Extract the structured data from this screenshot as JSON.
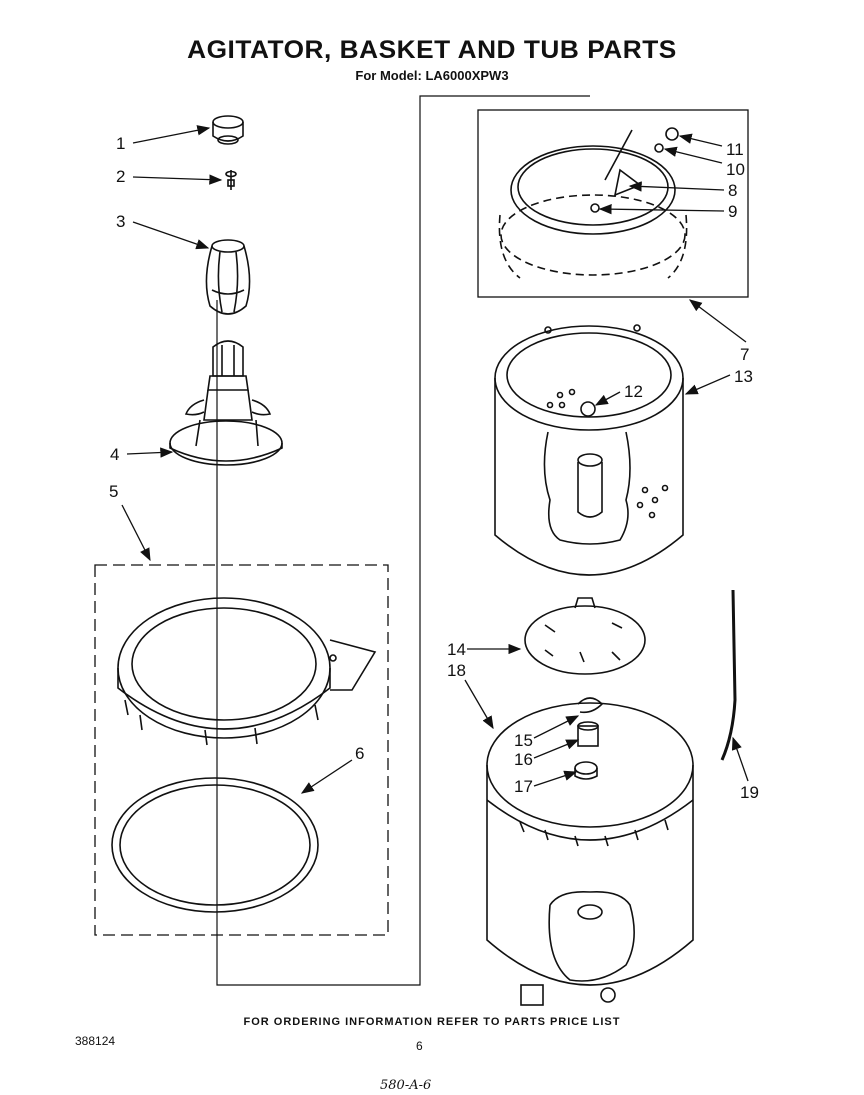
{
  "header": {
    "title": "AGITATOR, BASKET AND TUB PARTS",
    "subtitle": "For Model: LA6000XPW3"
  },
  "callouts": [
    "1",
    "2",
    "3",
    "4",
    "5",
    "6",
    "7",
    "8",
    "9",
    "10",
    "11",
    "12",
    "13",
    "14",
    "15",
    "16",
    "17",
    "18",
    "19"
  ],
  "footer": {
    "note": "FOR ORDERING INFORMATION REFER TO PARTS PRICE LIST",
    "doc_number": "388124",
    "page_number": "6",
    "handwritten": "580-A-6"
  }
}
